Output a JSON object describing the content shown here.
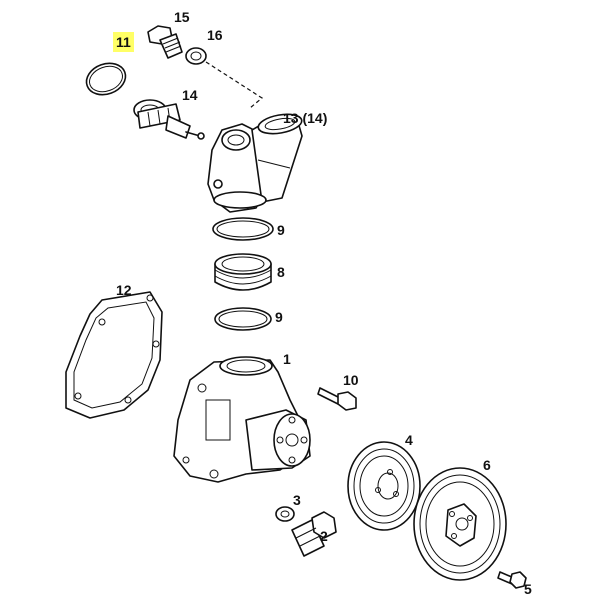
{
  "callouts": {
    "c1": "1",
    "c2": "2",
    "c3": "3",
    "c4": "4",
    "c5": "5",
    "c6": "6",
    "c8": "8",
    "c9a": "9",
    "c9b": "9",
    "c10": "10",
    "c11": "11",
    "c12": "12",
    "c13": "13 (14)",
    "c14": "14",
    "c15": "15",
    "c16": "16"
  },
  "highlight_color": "#ffff66"
}
